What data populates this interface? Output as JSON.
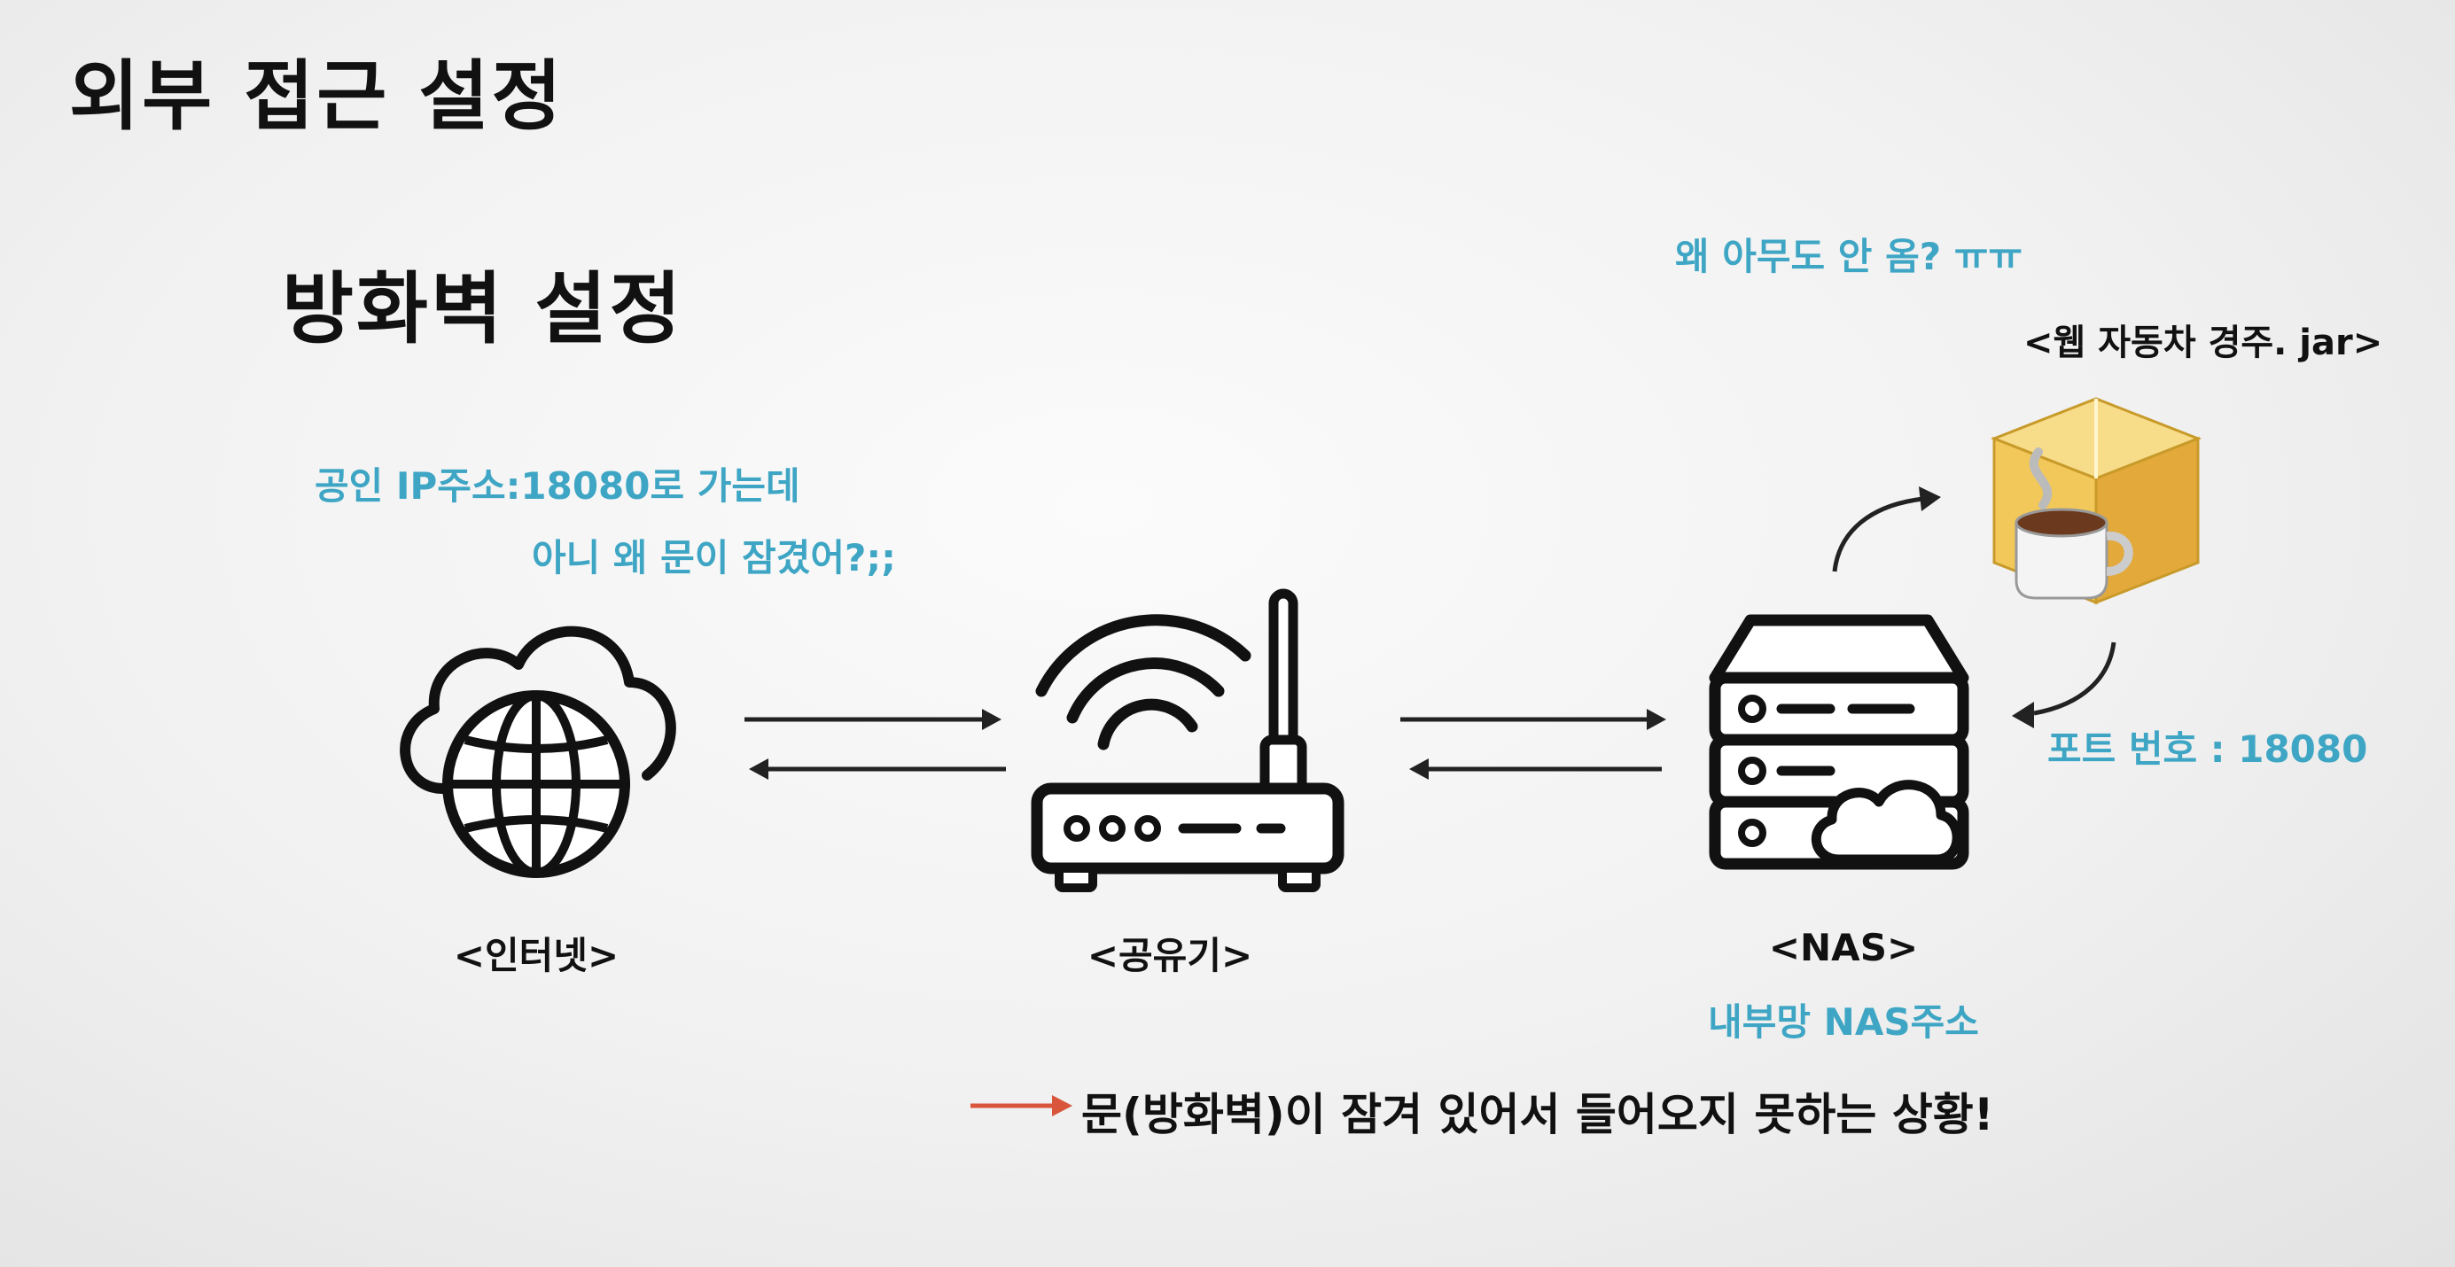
{
  "title": "외부 접근 설정",
  "subtitle": "방화벽 설정",
  "annotations": {
    "public_ip": "공인 IP주소:18080로  가는데",
    "door_locked": "아니 왜 문이 잠겼어?;;",
    "nobody_comes": "왜 아무도 안 옴? ㅠㅠ",
    "jar_label": "<웹 자동차 경주. jar>",
    "port": "포트 번호 : 18080"
  },
  "nodes": {
    "internet": "<인터넷>",
    "router": "<공유기>",
    "nas": "<NAS>",
    "nas_sub": "내부망 NAS주소"
  },
  "conclusion": "문(방화벽)이 잠겨 있어서 들어오지 못하는 상황!",
  "colors": {
    "annotation": "#3ea6c4",
    "text": "#111111",
    "conclusion_arrow": "#d9553b"
  },
  "icons": [
    "cloud-globe-icon",
    "router-icon",
    "nas-server-icon",
    "java-jar-icon"
  ]
}
